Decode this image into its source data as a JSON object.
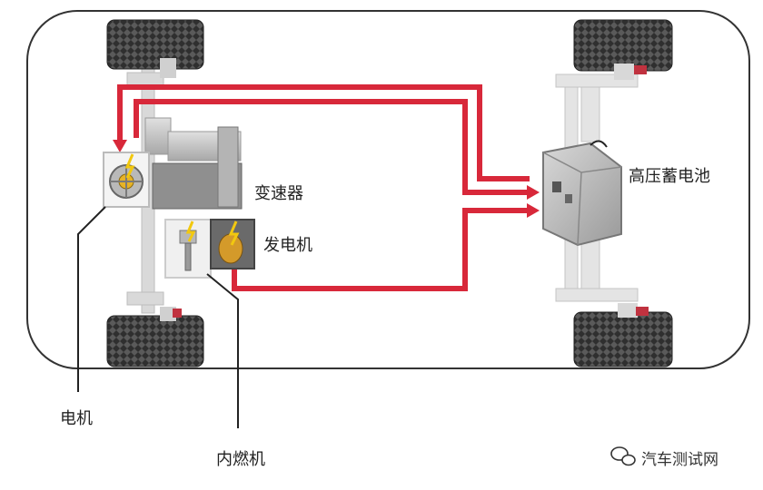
{
  "labels": {
    "gearbox": "变速器",
    "generator": "发电机",
    "battery": "高压蓄电池",
    "motor": "电机",
    "engine": "内燃机"
  },
  "watermark": {
    "text": "汽车测试网",
    "icon": "wechat-icon"
  },
  "colors": {
    "energy_flow": "#d8283a",
    "chassis": "#333333",
    "tire": "#3a3a3a",
    "frame": "#d6d6d6"
  }
}
